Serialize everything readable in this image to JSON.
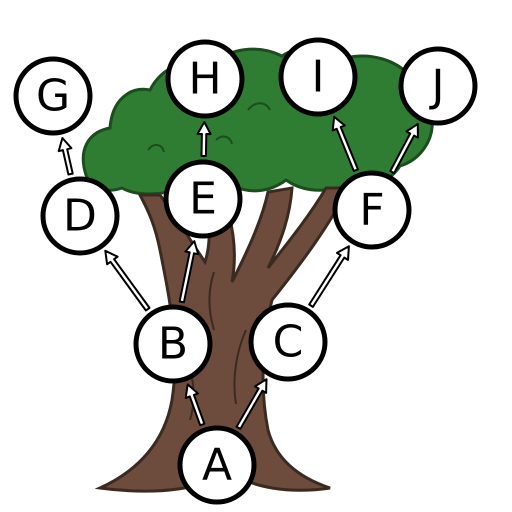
{
  "nodes": [
    {
      "id": "A",
      "label": "A"
    },
    {
      "id": "B",
      "label": "B"
    },
    {
      "id": "C",
      "label": "C"
    },
    {
      "id": "D",
      "label": "D"
    },
    {
      "id": "E",
      "label": "E"
    },
    {
      "id": "F",
      "label": "F"
    },
    {
      "id": "G",
      "label": "G"
    },
    {
      "id": "H",
      "label": "H"
    },
    {
      "id": "I",
      "label": "I"
    },
    {
      "id": "J",
      "label": "J"
    }
  ],
  "edges": [
    {
      "from": "A",
      "to": "B"
    },
    {
      "from": "A",
      "to": "C"
    },
    {
      "from": "B",
      "to": "D"
    },
    {
      "from": "B",
      "to": "E"
    },
    {
      "from": "C",
      "to": "F"
    },
    {
      "from": "D",
      "to": "G"
    },
    {
      "from": "E",
      "to": "H"
    },
    {
      "from": "F",
      "to": "I"
    },
    {
      "from": "F",
      "to": "J"
    }
  ],
  "colors": {
    "foliage": "#2e7d32",
    "foliage_outline": "#1b4d1e",
    "trunk": "#6d4c3d",
    "trunk_outline": "#3b2a20",
    "node_fill": "#ffffff",
    "node_stroke": "#000000",
    "arrow_fill": "#ffffff",
    "arrow_stroke": "#000000"
  }
}
